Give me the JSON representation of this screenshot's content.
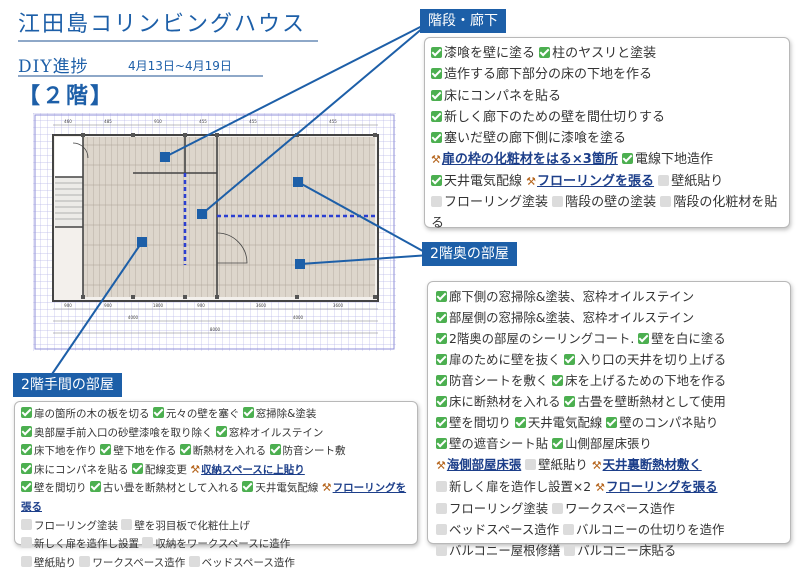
{
  "header": {
    "title": "江田島コリンビングハウス",
    "diy": "DIY進捗",
    "date_range": "4月13日~4月19日",
    "floor": "【２階】"
  },
  "legend": {
    "done_icon": "check-box-icon",
    "in_progress_icon": "hammer-icon",
    "todo_icon": "empty-box-icon",
    "done_color": "#4caf50",
    "todo_color": "#dcdcdc",
    "accent": "#1d5fa8"
  },
  "floorplan": {
    "dimensions_top": [
      "460",
      "485",
      "910",
      "455",
      "455",
      "455"
    ],
    "dimensions_bottom": [
      "900",
      "900",
      "1800",
      "900",
      "3600",
      "3600"
    ],
    "totals_bottom": [
      "4000",
      "4000"
    ],
    "grand_total": "8000"
  },
  "sections": {
    "stairs": {
      "label": "階段・廊下",
      "items": [
        {
          "status": "done",
          "text": "漆喰を壁に塗る"
        },
        {
          "status": "done",
          "text": "柱のヤスリと塗装"
        },
        {
          "status": "done",
          "text": "造作する廊下部分の床の下地を作る"
        },
        {
          "status": "done",
          "text": "床にコンパネを貼る"
        },
        {
          "status": "done",
          "text": "新しく廊下のための壁を間仕切りする"
        },
        {
          "status": "done",
          "text": "塞いだ壁の廊下側に漆喰を塗る"
        },
        {
          "status": "progress",
          "text": "扉の枠の化粧材をはる×3箇所"
        },
        {
          "status": "done",
          "text": "電線下地造作"
        },
        {
          "status": "done",
          "text": "天井電気配線"
        },
        {
          "status": "progress",
          "text": "フローリングを張る"
        },
        {
          "status": "todo",
          "text": "壁紙貼り"
        },
        {
          "status": "todo",
          "text": "フローリング塗装"
        },
        {
          "status": "todo",
          "text": "階段の壁の塗装"
        },
        {
          "status": "todo",
          "text": "階段の化粧材を貼る"
        }
      ]
    },
    "back_room": {
      "label": "2階奥の部屋",
      "items": [
        {
          "status": "done",
          "text": "廊下側の窓掃除&塗装、窓枠オイルステイン"
        },
        {
          "status": "done",
          "text": "部屋側の窓掃除&塗装、窓枠オイルステイン"
        },
        {
          "status": "done",
          "text": "2階奥の部屋のシーリングコート."
        },
        {
          "status": "done",
          "text": "壁を白に塗る"
        },
        {
          "status": "done",
          "text": "扉のために壁を抜く"
        },
        {
          "status": "done",
          "text": "入り口の天井を切り上げる"
        },
        {
          "status": "done",
          "text": "防音シートを敷く"
        },
        {
          "status": "done",
          "text": "床を上げるための下地を作る"
        },
        {
          "status": "done",
          "text": "床に断熱材を入れる"
        },
        {
          "status": "done",
          "text": "古畳を壁断熱材として使用"
        },
        {
          "status": "done",
          "text": "壁を間切り"
        },
        {
          "status": "done",
          "text": "天井電気配線"
        },
        {
          "status": "done",
          "text": "壁のコンパネ貼り"
        },
        {
          "status": "done",
          "text": "壁の遮音シート貼"
        },
        {
          "status": "done",
          "text": "山側部屋床張り"
        },
        {
          "status": "progress",
          "text": "海側部屋床張"
        },
        {
          "status": "todo",
          "text": "壁紙貼り"
        },
        {
          "status": "progress",
          "text": "天井裏断熱材敷く"
        },
        {
          "status": "todo",
          "text": "新しく扉を造作し設置×2"
        },
        {
          "status": "progress",
          "text": "フローリングを張る"
        },
        {
          "status": "todo",
          "text": "フローリング塗装"
        },
        {
          "status": "todo",
          "text": "ワークスペース造作"
        },
        {
          "status": "todo",
          "text": "ベッドスペース造作"
        },
        {
          "status": "todo",
          "text": "バルコニーの仕切りを造作"
        },
        {
          "status": "todo",
          "text": "バルコニー屋根修繕"
        },
        {
          "status": "todo",
          "text": "バルコニー床貼る"
        }
      ]
    },
    "front_room": {
      "label": "2階手間の部屋",
      "items": [
        {
          "status": "done",
          "text": "扉の箇所の木の板を切る"
        },
        {
          "status": "done",
          "text": "元々の壁を塞ぐ"
        },
        {
          "status": "done",
          "text": "窓掃除&塗装"
        },
        {
          "status": "done",
          "text": "奥部屋手前入口の砂壁漆喰を取り除く"
        },
        {
          "status": "done",
          "text": "窓枠オイルステイン"
        },
        {
          "status": "done",
          "text": "床下地を作り"
        },
        {
          "status": "done",
          "text": "壁下地を作る"
        },
        {
          "status": "done",
          "text": "断熱材を入れる"
        },
        {
          "status": "done",
          "text": "防音シート敷"
        },
        {
          "status": "done",
          "text": "床にコンパネを貼る"
        },
        {
          "status": "done",
          "text": "配線変更"
        },
        {
          "status": "progress",
          "text": "収納スペースに上貼り"
        },
        {
          "status": "done",
          "text": "壁を間切り"
        },
        {
          "status": "done",
          "text": "古い畳を断熱材として入れる"
        },
        {
          "status": "done",
          "text": "天井電気配線"
        },
        {
          "status": "progress",
          "text": "フローリングを張る"
        },
        {
          "status": "todo",
          "text": "フローリング塗装"
        },
        {
          "status": "todo",
          "text": "壁を羽目板で化粧仕上げ"
        },
        {
          "status": "todo",
          "text": "新しく扉を造作し設置"
        },
        {
          "status": "todo",
          "text": "収納をワークスペースに造作"
        },
        {
          "status": "todo",
          "text": "壁紙貼り"
        },
        {
          "status": "todo",
          "text": "ワークスペース造作"
        },
        {
          "status": "todo",
          "text": "ベッドスペース造作"
        }
      ]
    }
  }
}
